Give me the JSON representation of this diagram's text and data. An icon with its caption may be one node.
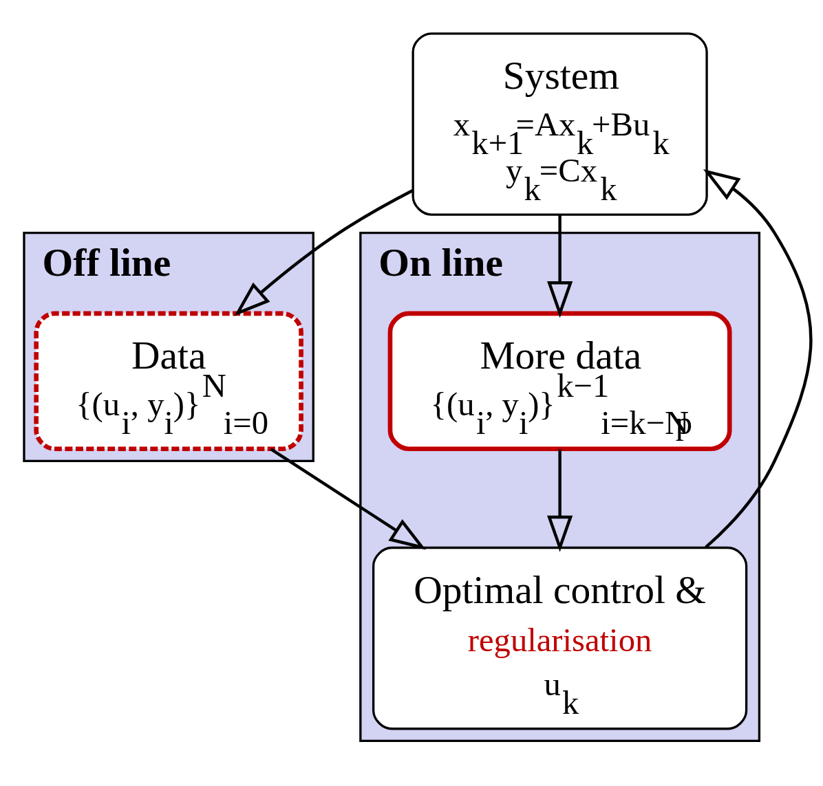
{
  "diagram": {
    "nodes": [
      {
        "text": [
          "Off line"
        ]
      },
      {
        "text": [
          "Data",
          "{(u$_{i}$, y$_{i}$)}$^{N}$$_{i=0}$"
        ],
        "in": 0
      },
      {
        "text": [
          "System",
          "x$_{k+1}$=Ax$_{k}$+Bu$_{k}$",
          "y$_{k}$=Cx$_{k}$"
        ]
      },
      {
        "text": [
          "On line"
        ]
      },
      {
        "text": [
          "More data",
          "{(u$_{i}$, y$_{i}$)}$^{k−1}$$_{i=k−N}$$_{p}$"
        ],
        "in": 3
      },
      {
        "text": [
          "Optimal control &",
          "regularisation",
          "u$_{k}$"
        ],
        "in": 3
      }
    ],
    "edges": [
      {
        "from": 2,
        "to": 1,
        "arrow": "to"
      },
      {
        "from": 2,
        "to": 4,
        "arrow": "to"
      },
      {
        "from": 1,
        "to": 5,
        "arrow": "to"
      },
      {
        "from": 4,
        "to": 5,
        "arrow": "to"
      },
      {
        "from": 5,
        "to": 2,
        "arrow": "to"
      }
    ]
  }
}
